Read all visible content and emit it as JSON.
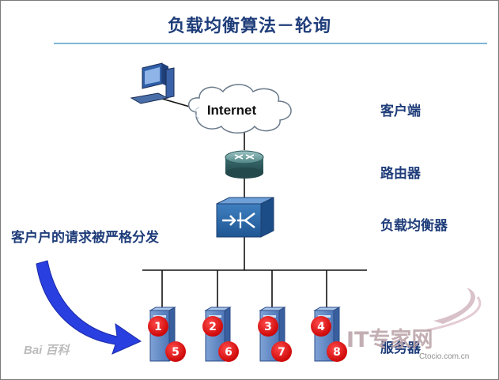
{
  "title": "负载均衡算法－轮询",
  "cloud_label": "Internet",
  "labels": {
    "client": "客户端",
    "router": "路由器",
    "balancer": "负载均衡器",
    "server": "服务器",
    "distribution_note": "客户户的请求被严格分发"
  },
  "servers": [
    {
      "top": "1",
      "bottom": "5"
    },
    {
      "top": "2",
      "bottom": "6"
    },
    {
      "top": "3",
      "bottom": "7"
    },
    {
      "top": "4",
      "bottom": "8"
    }
  ],
  "watermarks": {
    "baidu": "Bai 百科",
    "it_brand": "IT专家网",
    "it_site": "Ctocio.com.cn"
  },
  "colors": {
    "title": "#1f3d7a",
    "badge": "#e10000",
    "arrow": "#2a3fe0",
    "rule": "#7fb7d6"
  }
}
